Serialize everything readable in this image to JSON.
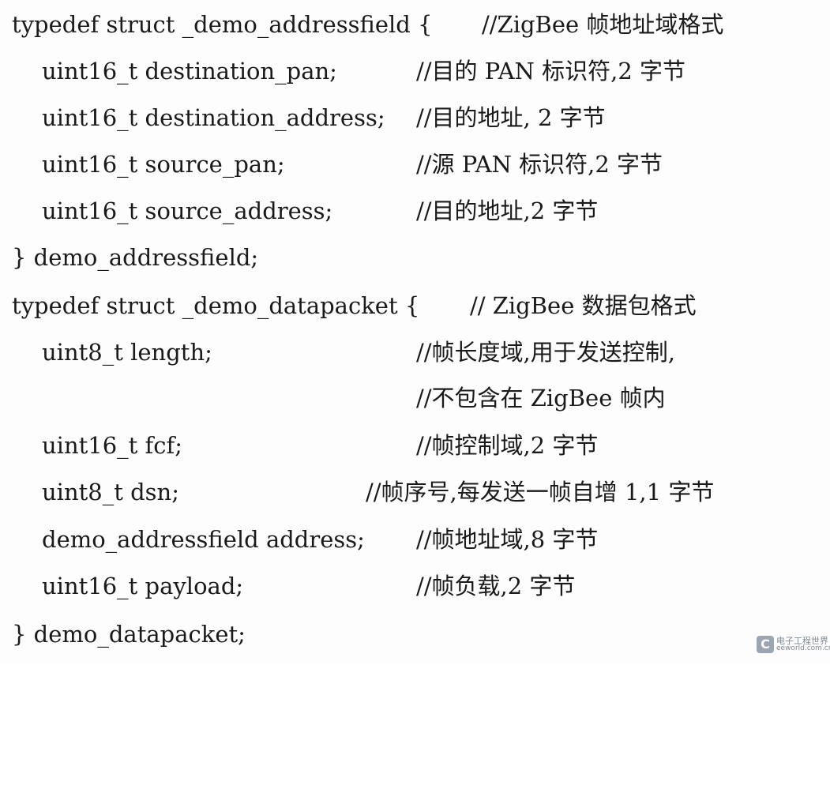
{
  "lines": [
    {
      "code": "typedef struct _demo_addressfield {",
      "comment": "//ZigBee 帧地址域格式"
    },
    {
      "code": "uint16_t destination_pan;",
      "comment": "//目的 PAN 标识符,2 字节"
    },
    {
      "code": "uint16_t destination_address;",
      "comment": "//目的地址, 2 字节"
    },
    {
      "code": "uint16_t source_pan;",
      "comment": "//源 PAN 标识符,2 字节"
    },
    {
      "code": "uint16_t source_address;",
      "comment": "//目的地址,2 字节"
    },
    {
      "code": "} demo_addressfield;",
      "comment": ""
    },
    {
      "code": "typedef struct _demo_datapacket {",
      "comment": "// ZigBee 数据包格式"
    },
    {
      "code": "uint8_t length;",
      "comment": "//帧长度域,用于发送控制,"
    },
    {
      "code": "",
      "comment": "//不包含在 ZigBee 帧内"
    },
    {
      "code": "uint16_t fcf;",
      "comment": "//帧控制域,2 字节"
    },
    {
      "code": "uint8_t dsn;",
      "comment": "//帧序号,每发送一帧自增 1,1 字节"
    },
    {
      "code": "demo_addressfield address;",
      "comment": "//帧地址域,8 字节"
    },
    {
      "code": "uint16_t payload;",
      "comment": "//帧负载,2 字节"
    },
    {
      "code": "} demo_datapacket;",
      "comment": ""
    }
  ],
  "watermark": {
    "logo": "C",
    "title": "电子工程世界",
    "url": "eeworld.com.cn"
  }
}
